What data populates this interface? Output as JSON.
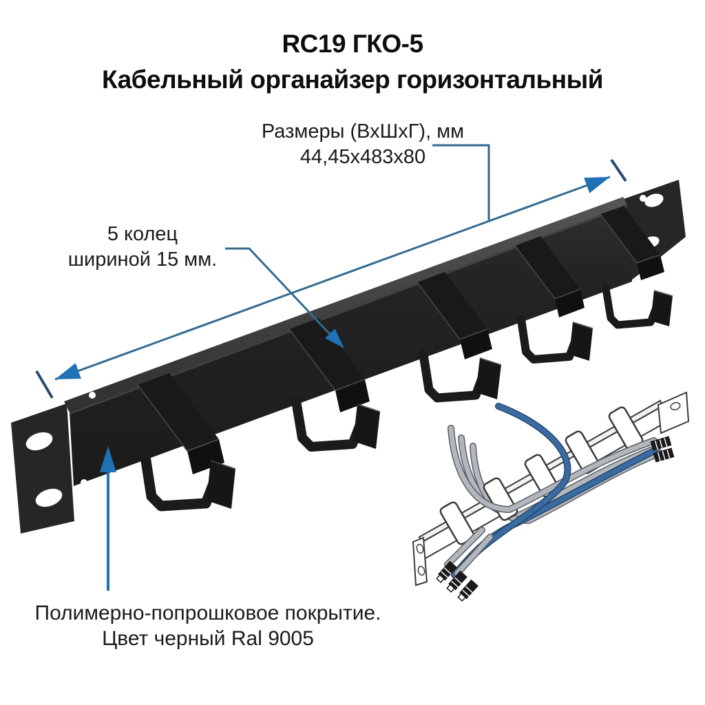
{
  "title": {
    "line1": "RC19 ГКО-5",
    "line2": "Кабельный органайзер горизонтальный"
  },
  "callouts": {
    "dimensions": {
      "label": "Размеры (ВхШхГ), мм",
      "value": "44,45x483x80"
    },
    "rings": {
      "line1": "5 колец",
      "line2": "шириной 15 мм."
    },
    "coating": {
      "line1": "Полимерно-попрошковое покрытие.",
      "line2": "Цвет черный Ral 9005"
    }
  },
  "product": {
    "name": "Кабельный органайзер горизонтальный RC19 ГКО-5",
    "ring_count": 5,
    "colors": {
      "panel": "#232323",
      "panel_highlight": "#454545",
      "ring": "#1a1a1a"
    }
  },
  "annotation_style": {
    "line_color": "#336a90",
    "arrow_color": "#1f72b6",
    "tick_color": "#2a4a6e",
    "text_color": "#141414"
  },
  "illustration": {
    "outline": "#3a3a3a",
    "cable_blue": "#3a6ca3",
    "cable_gray": "#b3b7bd"
  }
}
